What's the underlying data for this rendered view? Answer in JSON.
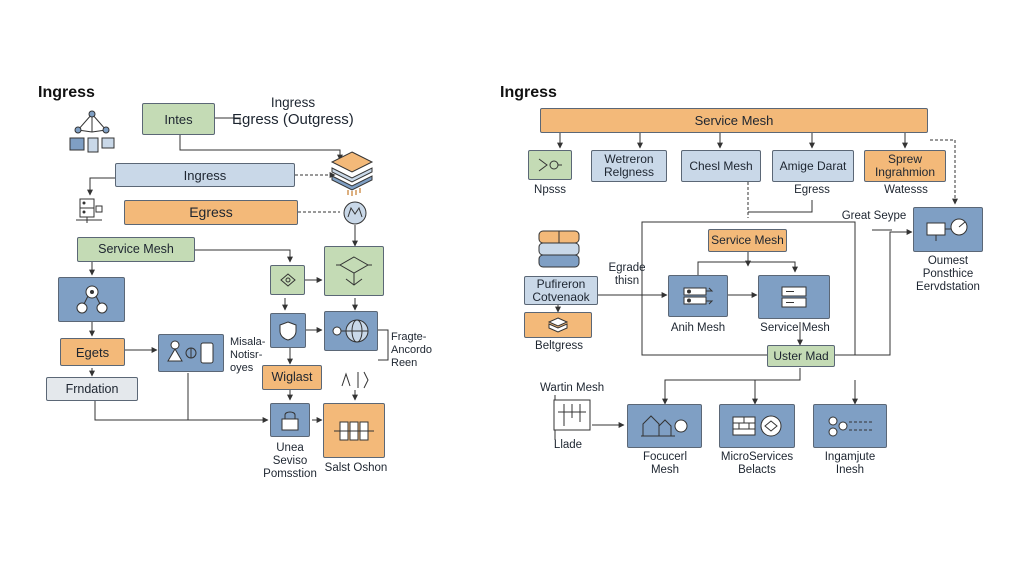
{
  "left_panel": {
    "title": "Ingress",
    "header_top": "Ingress",
    "header_bottom": "Egress (Outgress)",
    "boxes": {
      "intes": "Intes",
      "ingress": "Ingress",
      "egress": "Egress",
      "service_mesh": "Service Mesh",
      "egets": "Egets",
      "frndation": "Frndation",
      "wiglast": "Wiglast"
    },
    "labels": {
      "misala": "Misala-\nNotisr-\noyes",
      "fragte": "Fragte-\nAncordo\nReen",
      "unea": "Unea\nSeviso\nPomsstion",
      "salst": "Salst Oshon"
    }
  },
  "right_panel": {
    "title": "Ingress",
    "service_mesh_header": "Service Mesh",
    "row_boxes": [
      "Wetreron\nRelgness",
      "Chesl Mesh",
      "Amige Darat",
      "Sprew\nIngrahmion"
    ],
    "row_labels": {
      "npsss": "Npsss",
      "egress": "Egress",
      "watesss": "Watesss"
    },
    "pufireron": "Pufireron\nCotvenaok",
    "beltgress": "Beltgress",
    "egrade": "Egrade\nthisn",
    "cluster_header": "Service Mesh",
    "anih_mesh": "Anih Mesh",
    "service_mesh_node": "Service Mesh",
    "uster_mad": "Uster Mad",
    "great_seype": "Great Seype",
    "oumest": "Oumest\nPonsthice\nEervdstation",
    "wartin_mesh": "Wartin Mesh",
    "llade": "Llade",
    "bottom_labels": [
      "Focucerl\nMesh",
      "MicroServices\nBelacts",
      "Ingamjute\nInesh"
    ]
  }
}
